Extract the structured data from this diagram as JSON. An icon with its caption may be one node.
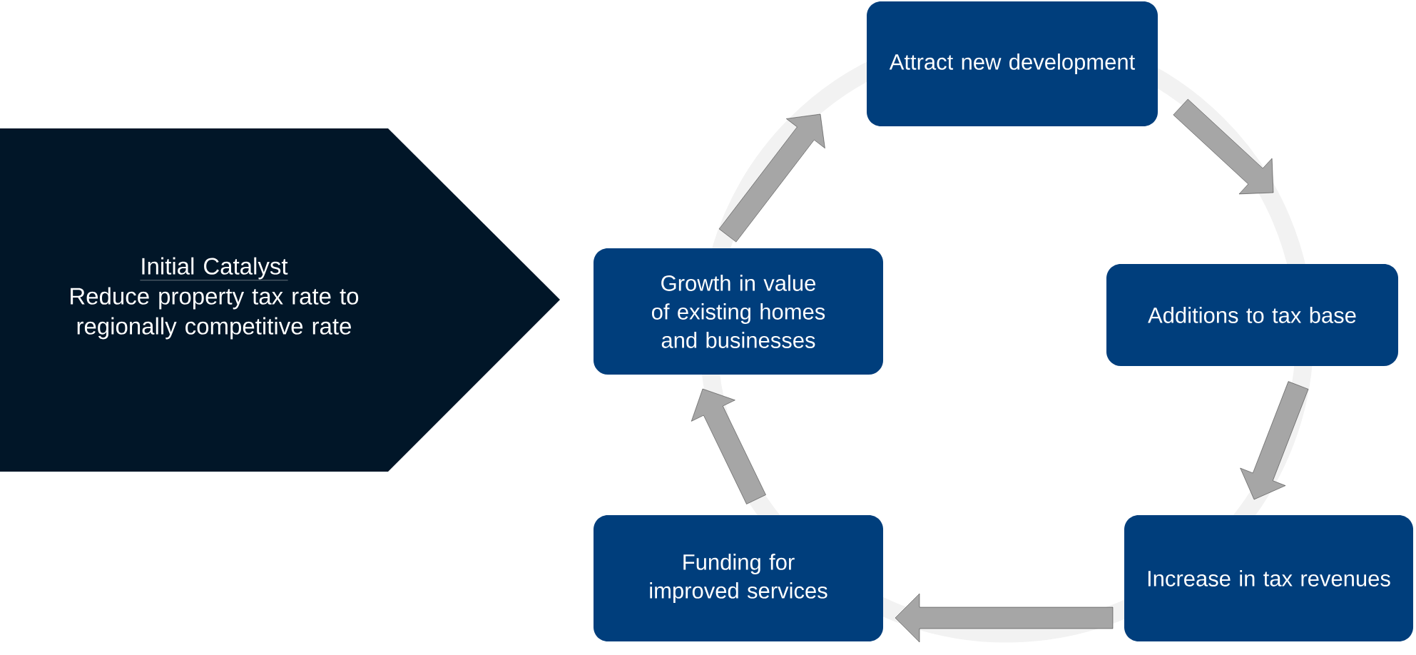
{
  "diagram": {
    "nodes": [
      {
        "text": [
          "Initial Catalyst",
          "Reduce property tax rate to regionally competitive rate"
        ]
      },
      {
        "text": [
          "Attract new development"
        ]
      },
      {
        "text": [
          "Additions to tax base"
        ]
      },
      {
        "text": [
          "Increase in tax revenues"
        ]
      },
      {
        "text": [
          "Funding for improved services"
        ]
      },
      {
        "text": [
          "Growth in value of existing homes and businesses"
        ]
      }
    ],
    "edges": [
      {
        "from": 1,
        "to": 2,
        "arrow": "to"
      },
      {
        "from": 2,
        "to": 3,
        "arrow": "to"
      },
      {
        "from": 3,
        "to": 4,
        "arrow": "to"
      },
      {
        "from": 4,
        "to": 5,
        "arrow": "to"
      },
      {
        "from": 5,
        "to": 1,
        "arrow": "to"
      }
    ]
  }
}
